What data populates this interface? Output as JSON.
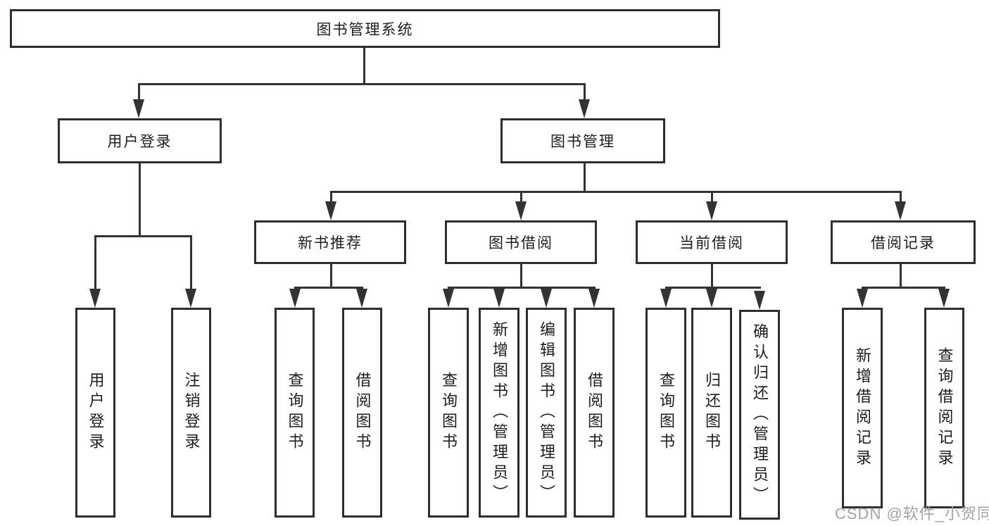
{
  "diagram": {
    "title": "图书管理系统",
    "nodes": {
      "root": "图书管理系统",
      "user_login": "用户登录",
      "book_management": "图书管理",
      "new_book_recommend": "新书推荐",
      "book_borrowing": "图书借阅",
      "current_borrowing": "当前借阅",
      "borrowing_records": "借阅记录",
      "leaf_user_login": "用户登录",
      "leaf_logout": "注销登录",
      "leaf_query_books_recommend": "查询图书",
      "leaf_borrow_books_recommend": "借阅图书",
      "leaf_query_books_borrowing": "查询图书",
      "leaf_add_books_admin": "新增图书（管理员）",
      "leaf_edit_books_admin": "编辑图书（管理员）",
      "leaf_borrow_books_borrowing": "借阅图书",
      "leaf_query_books_current": "查询图书",
      "leaf_return_books": "归还图书",
      "leaf_confirm_return_admin": "确认归还（管理员）",
      "leaf_add_borrow_record": "新增借阅记录",
      "leaf_query_borrow_record": "查询借阅记录"
    },
    "colors": {
      "line": "#333333",
      "box_border": "#2e2e2e",
      "text": "#1d1d1d",
      "background": "#ffffff",
      "watermark": "#a3a3a3"
    }
  },
  "watermark": {
    "text": "CSDN @软件_小贺同学"
  }
}
